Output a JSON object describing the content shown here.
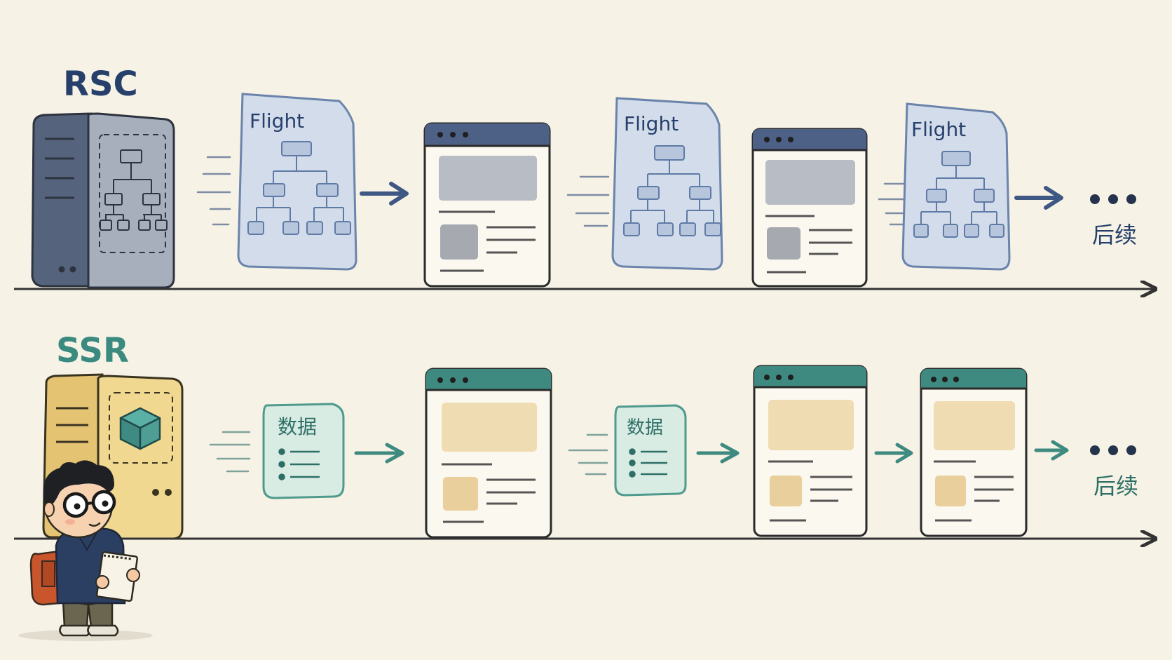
{
  "rows": [
    {
      "title": "RSC",
      "title_color": "#26406b",
      "server_icon": "server-with-component-tree",
      "packet_label": "Flight",
      "packet_icon": "component-tree-icon",
      "continue_label": "后续",
      "accent": "#3f5783"
    },
    {
      "title": "SSR",
      "title_color": "#3a8a80",
      "server_icon": "server-with-cube",
      "packet_label": "数据",
      "packet_icon": "bulleted-list-icon",
      "continue_label": "后续",
      "accent": "#3e8a80"
    }
  ],
  "colors": {
    "background": "#f6f2e6",
    "rsc_packet_fill": "#d3dcea",
    "rsc_server_fill": "#5f6e86",
    "ssr_packet_fill": "#d9ece3",
    "ssr_server_fill": "#ecd08a",
    "browser_placeholder_rsc": "#b8bcc4",
    "browser_placeholder_ssr": "#f0dcb2",
    "timeline": "#333333"
  },
  "icons": [
    "server-icon",
    "document-icon",
    "browser-window-icon",
    "arrow-right-icon",
    "ellipsis-icon",
    "timeline-arrow-icon",
    "developer-character-icon"
  ]
}
